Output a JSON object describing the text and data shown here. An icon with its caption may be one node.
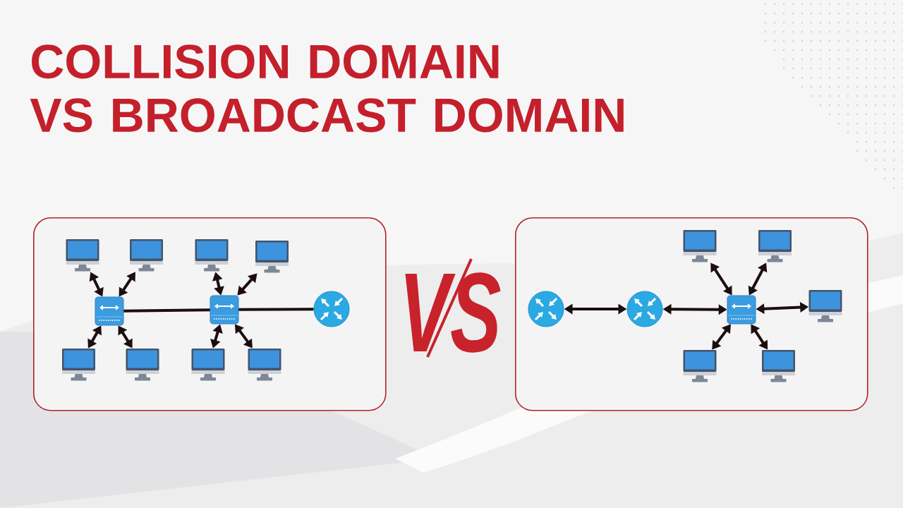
{
  "diagram": {
    "title": "COLLISION DOMAIN VS BROADCAST DOMAIN",
    "nodes": [
      {
        "text": [],
        "shape": "box"
      },
      {
        "text": [],
        "shape": "picture",
        "in": 0
      },
      {
        "text": [],
        "shape": "picture",
        "in": 0
      },
      {
        "text": [],
        "shape": "picture",
        "in": 0
      },
      {
        "text": [],
        "shape": "picture",
        "in": 0
      },
      {
        "text": [],
        "shape": "picture",
        "in": 0
      },
      {
        "text": [],
        "shape": "picture",
        "in": 0
      },
      {
        "text": [],
        "shape": "circle",
        "in": 0
      },
      {
        "text": [],
        "shape": "picture",
        "in": 0
      },
      {
        "text": [],
        "shape": "picture",
        "in": 0
      },
      {
        "text": [],
        "shape": "picture",
        "in": 0
      },
      {
        "text": [],
        "shape": "picture",
        "in": 0
      },
      {
        "text": [],
        "shape": "box"
      },
      {
        "text": [],
        "shape": "picture",
        "in": 12
      },
      {
        "text": [],
        "shape": "picture",
        "in": 12
      },
      {
        "text": [],
        "shape": "circle",
        "in": 12
      },
      {
        "text": [],
        "shape": "circle",
        "in": 12
      },
      {
        "text": [],
        "shape": "picture",
        "in": 12
      },
      {
        "text": [],
        "shape": "picture",
        "in": 12
      },
      {
        "text": [],
        "shape": "picture",
        "in": 12
      },
      {
        "text": [],
        "shape": "picture",
        "in": 12
      }
    ],
    "edges": [
      {
        "from": 5,
        "to": 1,
        "arrow": "both"
      },
      {
        "from": 5,
        "to": 2,
        "arrow": "both"
      },
      {
        "from": 5,
        "to": 8,
        "arrow": "both"
      },
      {
        "from": 5,
        "to": 9,
        "arrow": "both"
      },
      {
        "from": 5,
        "to": 6,
        "arrow": "none"
      },
      {
        "from": 6,
        "to": 3,
        "arrow": "both"
      },
      {
        "from": 6,
        "to": 4,
        "arrow": "both"
      },
      {
        "from": 6,
        "to": 10,
        "arrow": "both"
      },
      {
        "from": 6,
        "to": 11,
        "arrow": "both"
      },
      {
        "from": 6,
        "to": 7,
        "arrow": "none"
      },
      {
        "from": 15,
        "to": 16,
        "arrow": "both"
      },
      {
        "from": 16,
        "to": 17,
        "arrow": "both"
      },
      {
        "from": 17,
        "to": 13,
        "arrow": "both"
      },
      {
        "from": 17,
        "to": 14,
        "arrow": "both"
      },
      {
        "from": 17,
        "to": 18,
        "arrow": "both"
      },
      {
        "from": 17,
        "to": 19,
        "arrow": "both"
      },
      {
        "from": 17,
        "to": 20,
        "arrow": "both"
      }
    ],
    "labels": [
      "VS"
    ]
  }
}
